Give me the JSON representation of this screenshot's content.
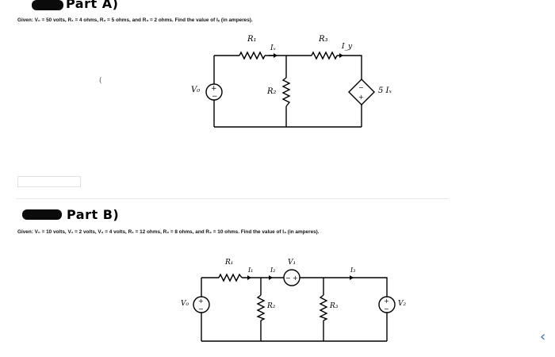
{
  "part_a": {
    "title": "Part A)",
    "given": "Given:  V₀ = 50 volts, R₁ = 4 ohms, R₂ = 5 ohms, and R₃ = 2 ohms.  Find the value of Iₓ (in amperes).",
    "stray_mark": "(",
    "circuit": {
      "r1": "R₁",
      "r2": "R₂",
      "r3": "R₃",
      "ix": "Iₓ",
      "iy": "I_y",
      "v0": "V₀",
      "dep_src": "5 Iₓ"
    }
  },
  "part_b": {
    "title": "Part B)",
    "given": "Given:  V₀ = 10 volts, V₁ = 2 volts, V₂ = 4 volts, R₁ = 12 ohms, R₂ = 8 ohms, and R₃ = 10 ohms.  Find the value of I₃ (in amperes).",
    "circuit": {
      "r1": "R₁",
      "r2": "R₂",
      "r3": "R₃",
      "i1": "I₁",
      "i2": "I₂",
      "i3": "I₃",
      "v0": "V₀",
      "v1": "V₁",
      "v2": "V₂"
    }
  },
  "nav": {
    "chevron": "‹"
  }
}
